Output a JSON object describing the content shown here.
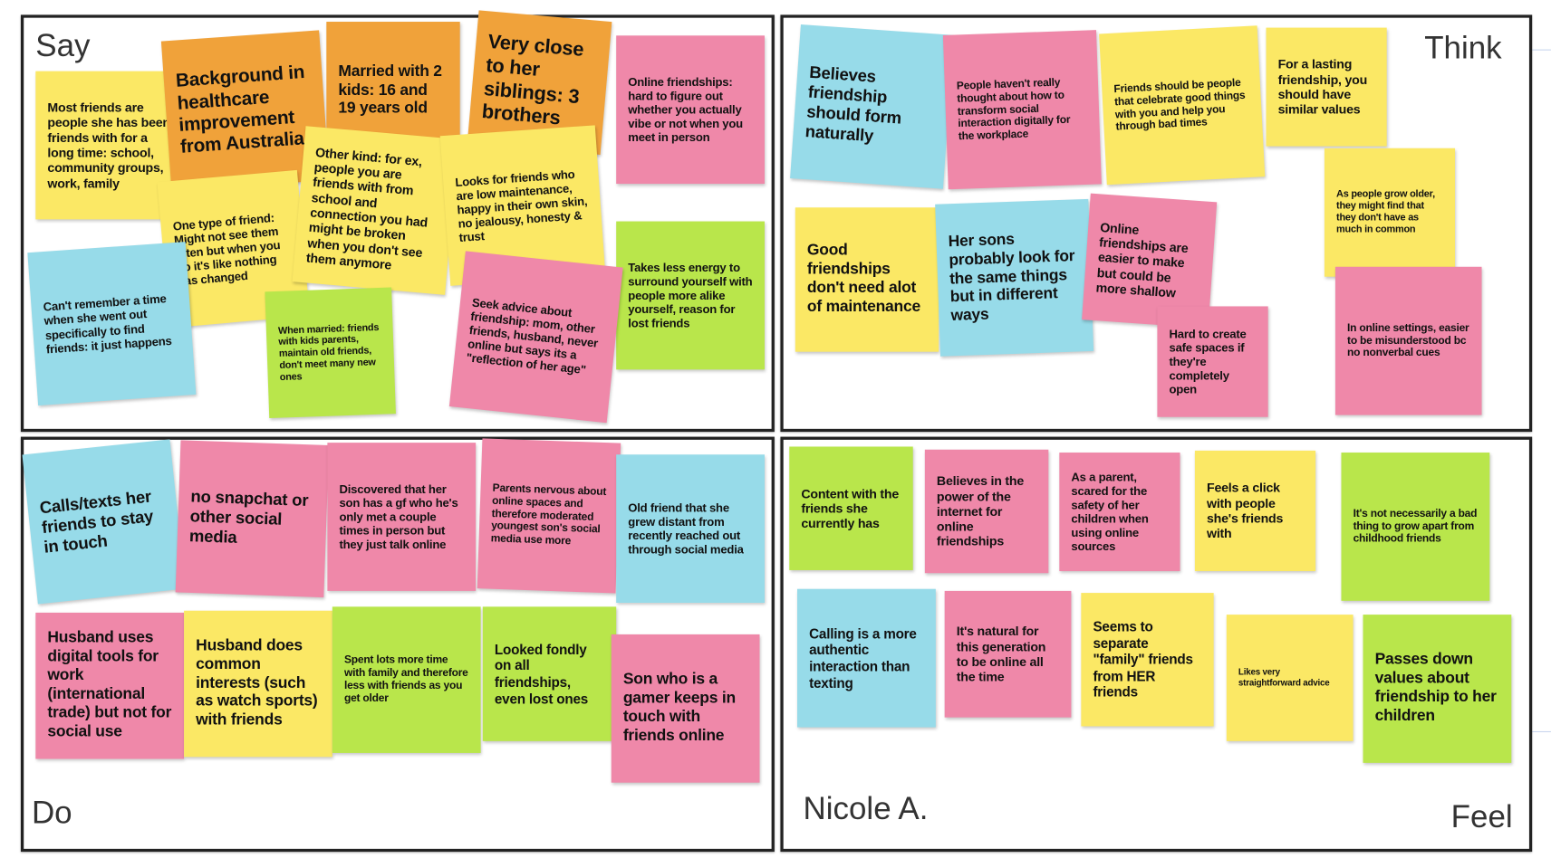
{
  "colors": {
    "yellow": "#fbe865",
    "orange": "#f0a23a",
    "pink": "#ef88a9",
    "green": "#b9e64b",
    "blue": "#97dbe9"
  },
  "persona": "Nicole A.",
  "quadrants": {
    "say": {
      "label": "Say",
      "notes": [
        {
          "color": "yellow",
          "text": "Most friends are people she has been friends with for a long time: school, community groups, work, family"
        },
        {
          "color": "orange",
          "text": "Background in healthcare improvement from Australia"
        },
        {
          "color": "orange",
          "text": "Married with 2 kids: 16 and 19 years old"
        },
        {
          "color": "orange",
          "text": "Very close to her siblings: 3 brothers"
        },
        {
          "color": "pink",
          "text": "Online friendships: hard to figure out whether you actually vibe or not when you meet in person"
        },
        {
          "color": "yellow",
          "text": "One type of friend: Might not see them often but when you do it's like nothing has changed"
        },
        {
          "color": "yellow",
          "text": "Other kind: for ex, people you are friends with from school and connection you had might be broken when you don't see them anymore"
        },
        {
          "color": "yellow",
          "text": "Looks for friends who are low maintenance, happy in their own skin, no jealousy, honesty & trust"
        },
        {
          "color": "green",
          "text": "Takes less energy to surround yourself with people more alike yourself, reason for lost friends"
        },
        {
          "color": "blue",
          "text": "Can't remember a time when she went out specifically to find friends: it just happens"
        },
        {
          "color": "green",
          "text": "When married: friends with kids parents, maintain old friends, don't meet many new ones"
        },
        {
          "color": "pink",
          "text": "Seek advice about friendship: mom, other friends, husband, never online but says its a \"reflection of her age\""
        }
      ]
    },
    "think": {
      "label": "Think",
      "notes": [
        {
          "color": "blue",
          "text": "Believes friendship should form naturally"
        },
        {
          "color": "pink",
          "text": "People haven't really thought about how to transform social interaction digitally for the workplace"
        },
        {
          "color": "yellow",
          "text": "Friends should be people that celebrate good things with you and help you through bad times"
        },
        {
          "color": "yellow",
          "text": "For a lasting friendship, you should have similar values"
        },
        {
          "color": "yellow",
          "text": "As people grow older, they might find that they don't have as much in common"
        },
        {
          "color": "pink",
          "text": "In online settings, easier to be misunderstood bc no nonverbal cues"
        },
        {
          "color": "yellow",
          "text": "Good friendships don't need alot of maintenance"
        },
        {
          "color": "blue",
          "text": "Her sons probably look for the same things but in different ways"
        },
        {
          "color": "pink",
          "text": "Online friendships are easier to make but could be more shallow"
        },
        {
          "color": "pink",
          "text": "Hard to create safe spaces if they're completely open"
        }
      ]
    },
    "do": {
      "label": "Do",
      "notes": [
        {
          "color": "blue",
          "text": "Calls/texts her friends to stay in touch"
        },
        {
          "color": "pink",
          "text": "no snapchat or other social media"
        },
        {
          "color": "pink",
          "text": "Discovered that her son has a gf who he's only met a couple times in person but they just talk online"
        },
        {
          "color": "pink",
          "text": "Parents nervous about online spaces and therefore moderated youngest son's social media use more"
        },
        {
          "color": "blue",
          "text": "Old friend that she grew distant from recently reached out through social media"
        },
        {
          "color": "pink",
          "text": "Husband uses digital tools for work (international trade) but not for social use"
        },
        {
          "color": "yellow",
          "text": "Husband does common interests (such as watch sports) with friends"
        },
        {
          "color": "green",
          "text": "Spent lots more time with family and therefore less with friends as you get older"
        },
        {
          "color": "green",
          "text": "Looked fondly on all friendships, even lost ones"
        },
        {
          "color": "pink",
          "text": "Son who is a gamer keeps in touch with friends online"
        }
      ]
    },
    "feel": {
      "label": "Feel",
      "notes": [
        {
          "color": "green",
          "text": "Content with the friends she currently has"
        },
        {
          "color": "pink",
          "text": "Believes in the power of the internet for online friendships"
        },
        {
          "color": "pink",
          "text": "As a parent, scared for the safety of her children when using online sources"
        },
        {
          "color": "yellow",
          "text": "Feels a click with people she's friends with"
        },
        {
          "color": "green",
          "text": "It's not necessarily a bad thing to grow apart from childhood friends"
        },
        {
          "color": "blue",
          "text": "Calling is a more authentic interaction than texting"
        },
        {
          "color": "pink",
          "text": "It's natural for this generation to be online all the time"
        },
        {
          "color": "yellow",
          "text": "Seems to separate \"family\" friends from HER friends"
        },
        {
          "color": "yellow",
          "text": "Likes very straightforward advice"
        },
        {
          "color": "green",
          "text": "Passes down values about friendship to her children"
        }
      ]
    }
  }
}
